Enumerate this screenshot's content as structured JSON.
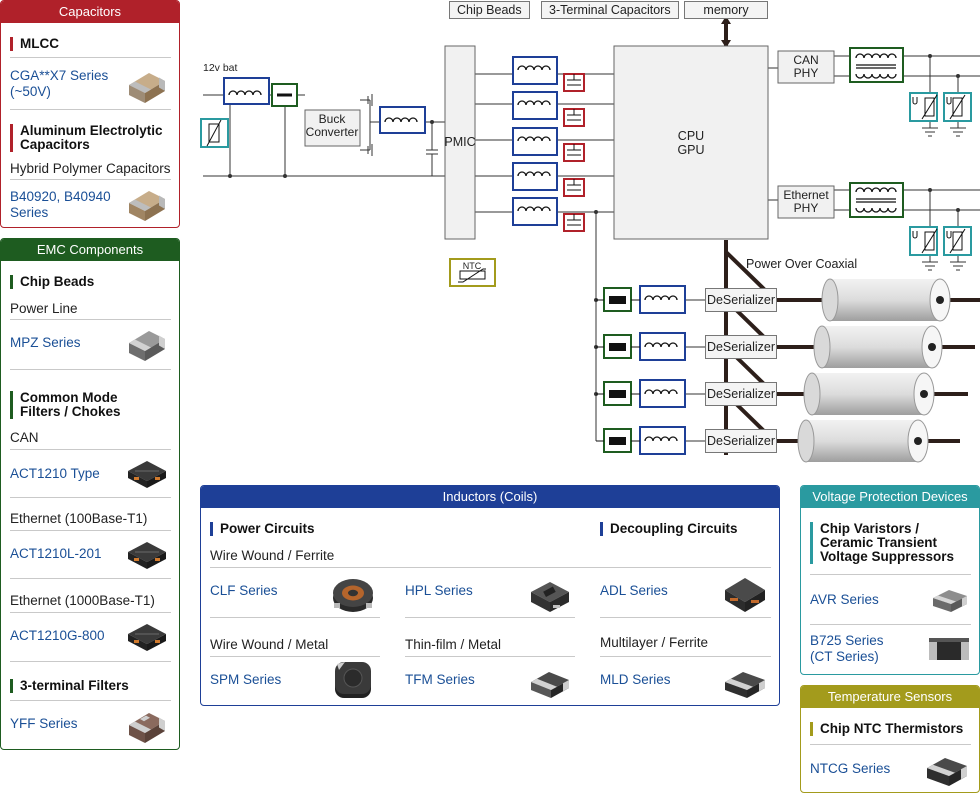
{
  "colors": {
    "capacitors": "#b0212a",
    "emc": "#1e5c20",
    "inductors": "#1e3f97",
    "voltage": "#2a9aa0",
    "temperature": "#a39b1c",
    "link": "#1a4f96",
    "wire": "#333333"
  },
  "diagram": {
    "top_labels": [
      "Chip Beads",
      "3-Terminal Capacitors",
      "memory"
    ],
    "battery": "12v bat",
    "buck": [
      "Buck",
      "Converter"
    ],
    "pmic": "PMIC",
    "cpu": [
      "CPU",
      "GPU"
    ],
    "can_phy": [
      "CAN",
      "PHY"
    ],
    "eth_phy": [
      "Ethernet",
      "PHY"
    ],
    "ntc": "NTC",
    "poc": "Power Over Coaxial",
    "deserializers": [
      "DeSerializer",
      "DeSerializer",
      "DeSerializer",
      "DeSerializer"
    ]
  },
  "capacitors": {
    "title": "Capacitors",
    "mlcc": "MLCC",
    "mlcc_link": "CGA**X7 Series\n(~50V)",
    "alu": "Aluminum Electrolytic\nCapacitors",
    "hybrid": "Hybrid Polymer Capacitors",
    "hybrid_link": "B40920, B40940\nSeries"
  },
  "emc": {
    "title": "EMC Components",
    "beads": "Chip Beads",
    "power_line": "Power Line",
    "mpz": "MPZ Series",
    "cm": "Common Mode\nFilters / Chokes",
    "can": "CAN",
    "act1210": "ACT1210 Type",
    "eth100": "Ethernet (100Base-T1)",
    "act201": "ACT1210L-201",
    "eth1000": "Ethernet (1000Base-T1)",
    "act800": "ACT1210G-800",
    "three_term": "3-terminal Filters",
    "yff": "YFF Series"
  },
  "inductors": {
    "title": "Inductors (Coils)",
    "power": "Power Circuits",
    "decoupling": "Decoupling Circuits",
    "ww_ferrite": "Wire Wound / Ferrite",
    "clf": "CLF Series",
    "hpl": "HPL Series",
    "adl": "ADL Series",
    "ww_metal": "Wire Wound / Metal",
    "tf_metal": "Thin-film / Metal",
    "ml_ferrite": "Multilayer / Ferrite",
    "spm": "SPM Series",
    "tfm": "TFM Series",
    "mld": "MLD Series"
  },
  "voltage": {
    "title": "Voltage Protection Devices",
    "varistors": "Chip Varistors /\nCeramic Transient\nVoltage Suppressors",
    "avr": "AVR Series",
    "b725": "B725 Series\n(CT Series)"
  },
  "temperature": {
    "title": "Temperature Sensors",
    "ntc_head": "Chip NTC Thermistors",
    "ntcg": "NTCG Series"
  }
}
